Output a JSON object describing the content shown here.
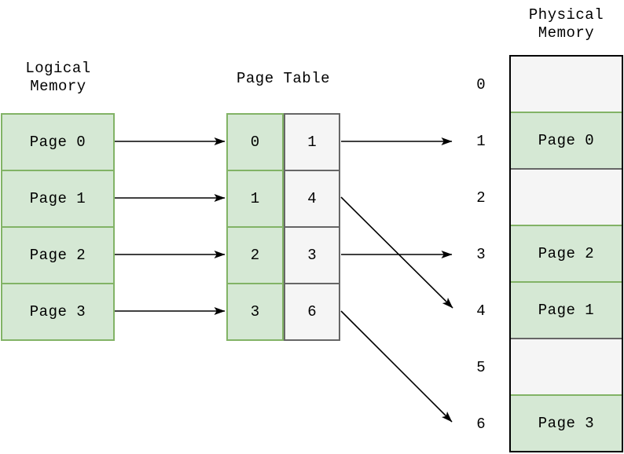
{
  "logical_memory": {
    "title_line1": "Logical",
    "title_line2": "Memory",
    "pages": [
      "Page 0",
      "Page 1",
      "Page 2",
      "Page 3"
    ]
  },
  "page_table": {
    "title": "Page Table",
    "rows": [
      {
        "page": "0",
        "frame": "1"
      },
      {
        "page": "1",
        "frame": "4"
      },
      {
        "page": "2",
        "frame": "3"
      },
      {
        "page": "3",
        "frame": "6"
      }
    ]
  },
  "physical_memory": {
    "title_line1": "Physical",
    "title_line2": "Memory",
    "frames": [
      {
        "number": "0",
        "content": ""
      },
      {
        "number": "1",
        "content": "Page 0"
      },
      {
        "number": "2",
        "content": ""
      },
      {
        "number": "3",
        "content": "Page 2"
      },
      {
        "number": "4",
        "content": "Page 1"
      },
      {
        "number": "5",
        "content": ""
      },
      {
        "number": "6",
        "content": "Page 3"
      }
    ]
  },
  "mappings": {
    "page_to_frame": {
      "0": "1",
      "1": "4",
      "2": "3",
      "3": "6"
    }
  },
  "colors": {
    "page_fill": "#d5e8d4",
    "page_border": "#82b366",
    "empty_fill": "#f5f5f5",
    "empty_border": "#666666",
    "outer_border": "#000000",
    "arrow": "#000000",
    "text": "#000000"
  }
}
